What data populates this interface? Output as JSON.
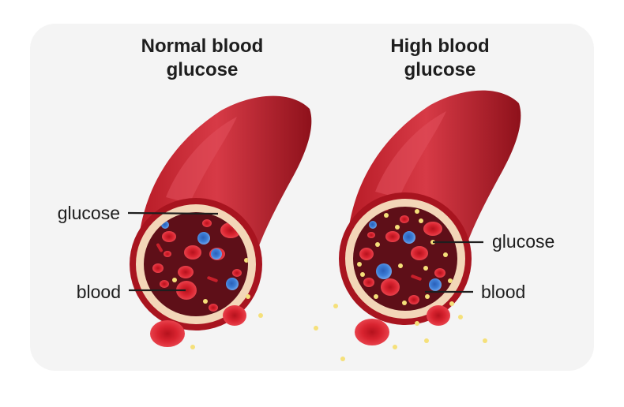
{
  "panels": [
    {
      "heading_line1": "Normal blood",
      "heading_line2": "glucose",
      "glucose_label": "glucose",
      "blood_label": "blood"
    },
    {
      "heading_line1": "High blood",
      "heading_line2": "glucose",
      "glucose_label": "glucose",
      "blood_label": "blood"
    }
  ],
  "colors": {
    "card_background": "#f4f4f4",
    "vessel_dark": "#a51620",
    "vessel_mid": "#c9242e",
    "vessel_highlight": "#e0495a",
    "vessel_wall": "#f3d6b8",
    "lumen": "#5e0f18",
    "red_cell": "#d8232f",
    "white_cell": "#3c7dd6",
    "glucose_dot": "#f5e07a"
  }
}
